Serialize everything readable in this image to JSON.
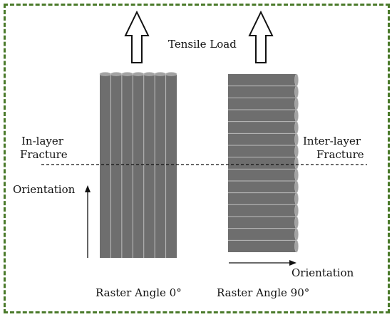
{
  "labels": {
    "load": "Tensile Load",
    "in_layer_1": "In-layer",
    "in_layer_2": "Fracture",
    "inter_layer_1": "Inter-layer",
    "inter_layer_2": "Fracture",
    "orientation_left": "Orientation",
    "orientation_right": "Orientation",
    "raster_0": "Raster Angle 0°",
    "raster_90": "Raster Angle 90°"
  },
  "specimens": {
    "raster_0": {
      "filament_count": 7,
      "orientation": "vertical"
    },
    "raster_90": {
      "filament_count": 15,
      "orientation": "horizontal"
    }
  },
  "colors": {
    "border": "#4a7a2a",
    "filament_fill": "#6e6e6e",
    "filament_edge": "#bdbdbd",
    "filament_cap": "#a3a3a3",
    "arrow_stroke": "#111111",
    "fracture_line": "#111111"
  }
}
